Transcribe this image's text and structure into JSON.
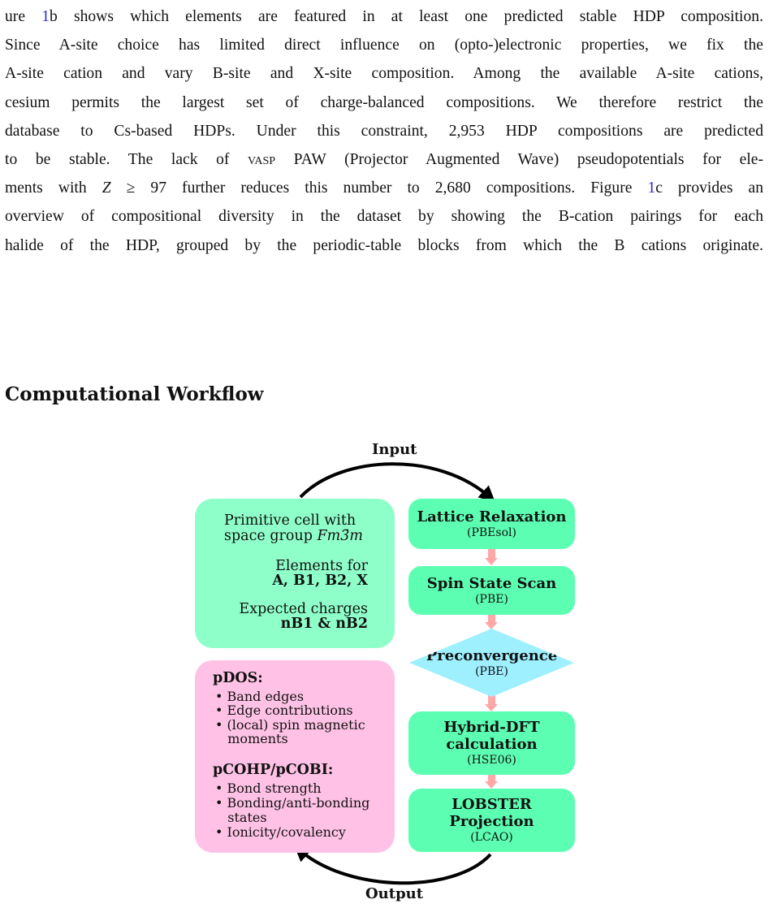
{
  "paragraph": {
    "lines": [
      [
        "ure ",
        {
          "ref": "1"
        },
        "b shows which elements are featured in at least one predicted stable HDP composition."
      ],
      [
        "Since A-site choice has limited direct influence on (opto-)electronic properties, we fix the"
      ],
      [
        "A-site cation and vary B-site and X-site composition.  Among the available A-site cations,"
      ],
      [
        "cesium permits the largest set of charge-balanced compositions.  We therefore restrict the"
      ],
      [
        "database to Cs-based HDPs. Under this constraint, 2,953 HDP compositions are predicted"
      ],
      [
        "to be stable.  The lack of ",
        {
          "sc": "vasp"
        },
        " PAW (Projector Augmented Wave) pseudopotentials for ele-"
      ],
      [
        "ments with ",
        {
          "math": "Z"
        },
        " ≥ 97 further reduces this number to 2,680 compositions.  Figure ",
        {
          "ref": "1"
        },
        "c provides an"
      ],
      [
        "overview of compositional diversity in the dataset by showing the B-cation pairings for each"
      ],
      [
        "halide of the HDP, grouped by the periodic-table blocks from which the B cations originate."
      ]
    ]
  },
  "section_heading": "Computational Workflow",
  "workflow": {
    "input_label": "Input",
    "output_label": "Output",
    "input_box": {
      "line1": "Primitive cell with",
      "line2_prefix": "space group",
      "space_group": "Fm3̄m",
      "line3": "Elements for",
      "line4": "A, B1, B2, X",
      "line5": "Expected charges",
      "line6": "nB1 & nB2"
    },
    "output_box": {
      "pdos_title": "pDOS:",
      "pdos_items": [
        "• Band edges",
        "• Edge contributions",
        "• (local) spin magnetic",
        "   moments"
      ],
      "pcohp_title": "pCOHP/pCOBI:",
      "pcohp_items": [
        "• Bond strength",
        "• Bonding/anti-bonding",
        "   states",
        "• Ionicity/covalency"
      ]
    },
    "steps": [
      {
        "title": "Lattice Relaxation",
        "sub": "(PBEsol)"
      },
      {
        "title": "Spin State Scan",
        "sub": "(PBE)"
      },
      {
        "title": "Preconvergence",
        "sub": "(PBE)"
      },
      {
        "title_l1": "Hybrid-DFT",
        "title_l2": "calculation",
        "sub": "(HSE06)"
      },
      {
        "title_l1": "LOBSTER",
        "title_l2": "Projection",
        "sub": "(LCAO)"
      }
    ],
    "colors": {
      "input_box": "#8fffca",
      "output_box": "#ffc2e6",
      "step_box": "#5cffb2",
      "preconvergence": "#9ef0ff",
      "connector": "#ffa7a7",
      "reference": "#2a2ad6"
    }
  }
}
